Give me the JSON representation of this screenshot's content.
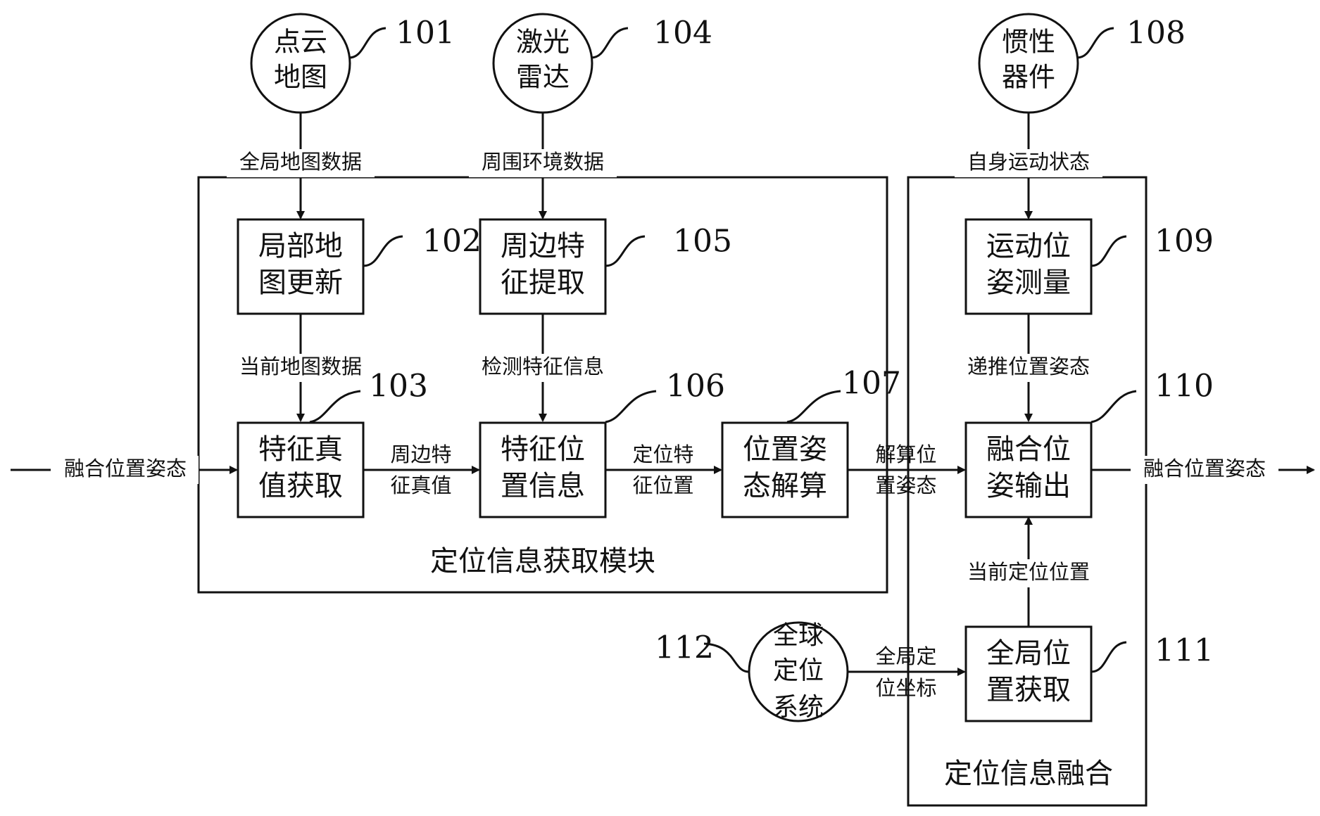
{
  "circles": {
    "point_cloud_map": {
      "line1": "点云",
      "line2": "地图",
      "ref": "101"
    },
    "lidar": {
      "line1": "激光",
      "line2": "雷达",
      "ref": "104"
    },
    "inertial_device": {
      "line1": "惯性",
      "line2": "器件",
      "ref": "108"
    },
    "gnss": {
      "line1": "全球",
      "line2": "定位",
      "line3": "系统",
      "ref": "112"
    }
  },
  "boxes": {
    "local_map_update": {
      "line1": "局部地",
      "line2": "图更新",
      "ref": "102"
    },
    "feature_truth": {
      "line1": "特征真",
      "line2": "值获取",
      "ref": "103"
    },
    "feature_extract": {
      "line1": "周边特",
      "line2": "征提取",
      "ref": "105"
    },
    "feature_position": {
      "line1": "特征位",
      "line2": "置信息",
      "ref": "106"
    },
    "pose_solve": {
      "line1": "位置姿",
      "line2": "态解算",
      "ref": "107"
    },
    "motion_pose": {
      "line1": "运动位",
      "line2": "姿测量",
      "ref": "109"
    },
    "fused_output": {
      "line1": "融合位",
      "line2": "姿输出",
      "ref": "110"
    },
    "global_position": {
      "line1": "全局位",
      "line2": "置获取",
      "ref": "111"
    }
  },
  "edges": {
    "global_map_data": "全局地图数据",
    "surrounding_env_data": "周围环境数据",
    "self_motion_state": "自身运动状态",
    "current_map_data": "当前地图数据",
    "detected_feature_info": "检测特征信息",
    "dead_reckoning_pose": "递推位置姿态",
    "fused_pose_in": "融合位置姿态",
    "fused_pose_out": "融合位置姿态",
    "feature_truth_value": {
      "line1": "周边特",
      "line2": "征真值"
    },
    "positioning_feature_pos": {
      "line1": "定位特",
      "line2": "征位置"
    },
    "solved_pose": {
      "line1": "解算位",
      "line2": "置姿态"
    },
    "global_coords": {
      "line1": "全局定",
      "line2": "位坐标"
    },
    "current_location": "当前定位位置"
  },
  "modules": {
    "acquisition": "定位信息获取模块",
    "fusion": "定位信息融合"
  }
}
